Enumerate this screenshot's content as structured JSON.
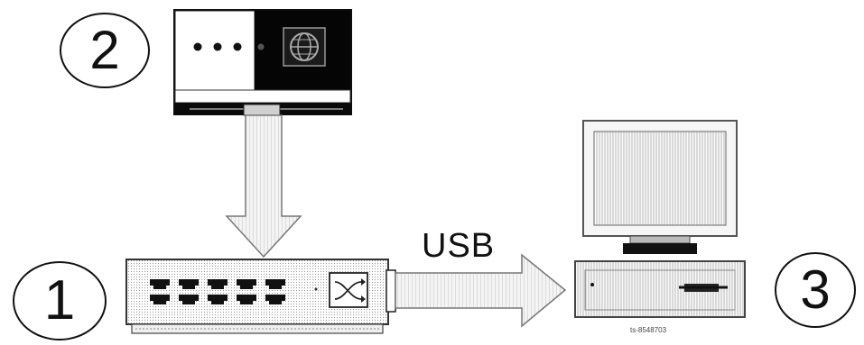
{
  "diagram": {
    "labels": {
      "hub_number": "1",
      "card_number": "2",
      "computer_number": "3",
      "link_label": "USB",
      "computer_caption": "ts-8548703"
    },
    "icons": {
      "hub": "network-switch-icon",
      "hub_symbol": "shuffle-arrows-icon",
      "card": "expansion-card-icon",
      "card_symbol": "globe-icon",
      "computer": "desktop-computer-icon"
    },
    "colors": {
      "ink": "#111111",
      "light_fill": "#f2f2f2",
      "dark_fill": "#0a0a0a",
      "hatch": "#bdbdbd"
    }
  }
}
